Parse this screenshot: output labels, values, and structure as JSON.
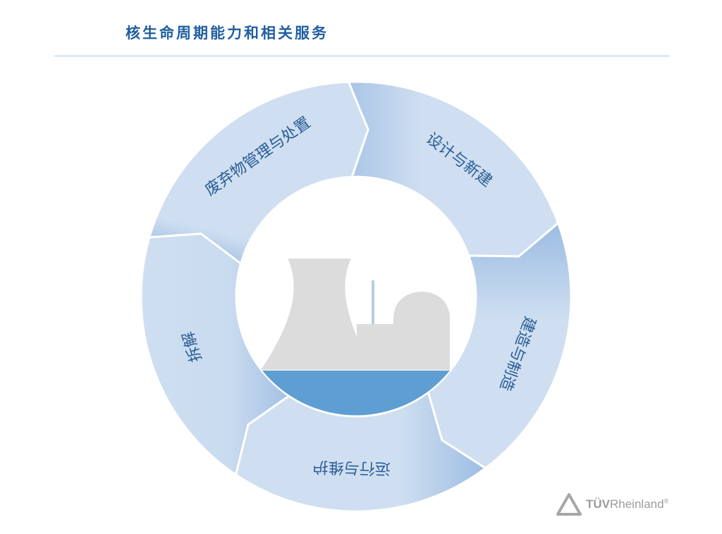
{
  "title": "核生命周期能力和相关服务",
  "cycle": {
    "segments": [
      {
        "key": "design",
        "label": "设计与新建"
      },
      {
        "key": "construction",
        "label": "建造与制造"
      },
      {
        "key": "operation",
        "label": "运行与维护"
      },
      {
        "key": "decommission",
        "label": "拆解"
      },
      {
        "key": "waste",
        "label": "废弃物管理与处置"
      }
    ],
    "center_icon": "nuclear-power-plant-icon"
  },
  "logo": {
    "brand": "TÜV",
    "suffix": "Rheinland",
    "mark": "®"
  },
  "colors": {
    "title": "#1f5fa0",
    "segment_light": "#cfdff1",
    "segment_dark": "#94b6dc",
    "label": "#2a5d96",
    "plant": "#dcdcdc",
    "water": "#5f9ed2"
  }
}
